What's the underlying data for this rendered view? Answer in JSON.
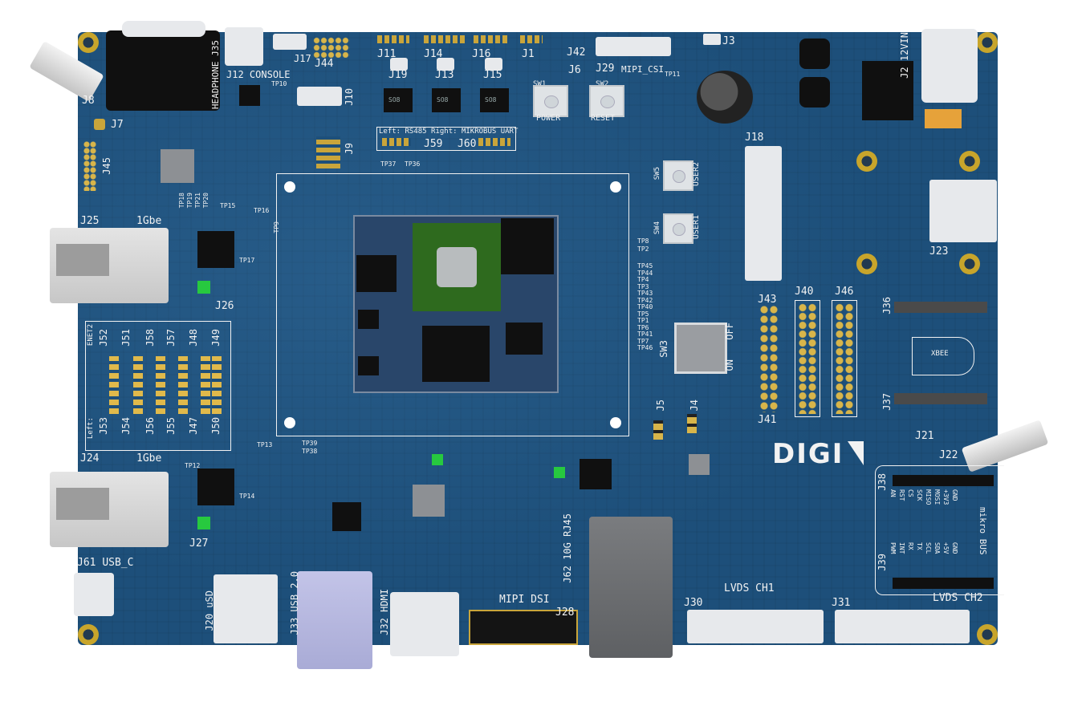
{
  "brand": "DIGI",
  "labels": {
    "J2": "J2",
    "j2_voltage": "12VIN",
    "J3": "J3",
    "J7": "J7",
    "J8": "J8",
    "J12": "J12",
    "J12_name": "CONSOLE",
    "J17": "J17",
    "J44": "J44",
    "J45": "J45",
    "J35": "J35",
    "J35_name": "HEADPHONE",
    "J11": "J11",
    "J13": "J13",
    "J14": "J14",
    "J15": "J15",
    "J16": "J16",
    "J18": "J18",
    "J19": "J19",
    "J1": "J1",
    "J42": "J42",
    "J6": "J6",
    "J10": "J10",
    "J9": "J9",
    "J29": "J29",
    "J29_name": "MIPI_CSI",
    "J59": "J59",
    "J60": "J60",
    "uart_sel": "Left: RS485 Right: MIKROBUS UART",
    "SW1": "SW1",
    "SW1_name": "POWER",
    "SW2": "SW2",
    "SW2_name": "RESET",
    "SW3": "SW3",
    "SW3_on": "ON",
    "SW3_off": "OFF",
    "SW4": "SW4",
    "SW4_name": "USER1",
    "SW5": "SW5",
    "SW5_name": "USER2",
    "J25": "J25",
    "J24": "J24",
    "gbe1": "1Gbe",
    "gbe2": "1Gbe",
    "J26": "J26",
    "J27": "J27",
    "J52": "J52",
    "J51": "J51",
    "J58": "J58",
    "J57": "J57",
    "J48": "J48",
    "J49": "J49",
    "J53": "J53",
    "J54": "J54",
    "J56": "J56",
    "J55": "J55",
    "J47": "J47",
    "J50": "J50",
    "enet_sel": "ENET2",
    "left_sel": "Left:",
    "J23": "J23",
    "J36": "J36",
    "J37": "J37",
    "xbee": "XBEE",
    "J43": "J43",
    "J40": "J40",
    "J46": "J46",
    "J41": "J41",
    "J5": "J5",
    "J4": "J4",
    "J21": "J21",
    "J22": "J22",
    "J38": "J38",
    "J39": "J39",
    "mikrobus": "mikro BUS",
    "mb_pins_top": [
      "AN",
      "RST",
      "CS",
      "SCK",
      "MISO",
      "MOSI",
      "+3V3",
      "GND"
    ],
    "mb_pins_bottom": [
      "PWM",
      "INT",
      "RX",
      "TX",
      "SCL",
      "SDA",
      "+5V",
      "GND"
    ],
    "J61": "J61",
    "J61_name": "USB_C",
    "J20": "J20",
    "J20_name": "uSD",
    "J33": "J33",
    "J33_name": "USB 2.0",
    "J32": "J32",
    "J32_name": "HDMI",
    "J62": "J62",
    "J62_name": "10G RJ45",
    "J28": "J28",
    "mipi_dsi": "MIPI DSI",
    "J30": "J30",
    "lvds1": "LVDS CH1",
    "J31": "J31",
    "lvds2": "LVDS CH2",
    "tp_list": [
      "TP45",
      "TP44",
      "TP4",
      "TP3",
      "TP43",
      "TP42",
      "TP40",
      "TP5",
      "TP1",
      "TP6",
      "TP41",
      "TP7",
      "TP46"
    ],
    "TP8": "TP8",
    "TP2": "TP2",
    "TP9": "TP9",
    "TP10": "TP10",
    "TP11": "TP11",
    "TP12": "TP12",
    "TP13": "TP13",
    "TP14": "TP14",
    "TP15": "TP15",
    "TP16": "TP16",
    "TP17": "TP17",
    "TP36": "TP36",
    "TP37": "TP37",
    "TP38": "TP38",
    "TP39": "TP39",
    "tp_group": [
      "TP18",
      "TP19",
      "TP21",
      "TP20"
    ],
    "so8": "SO8"
  },
  "colors": {
    "pcb": "#1d4f7a",
    "silkscreen": "#f2f2f2",
    "gold": "#c9a53b",
    "som_green": "#2e6a1e"
  }
}
